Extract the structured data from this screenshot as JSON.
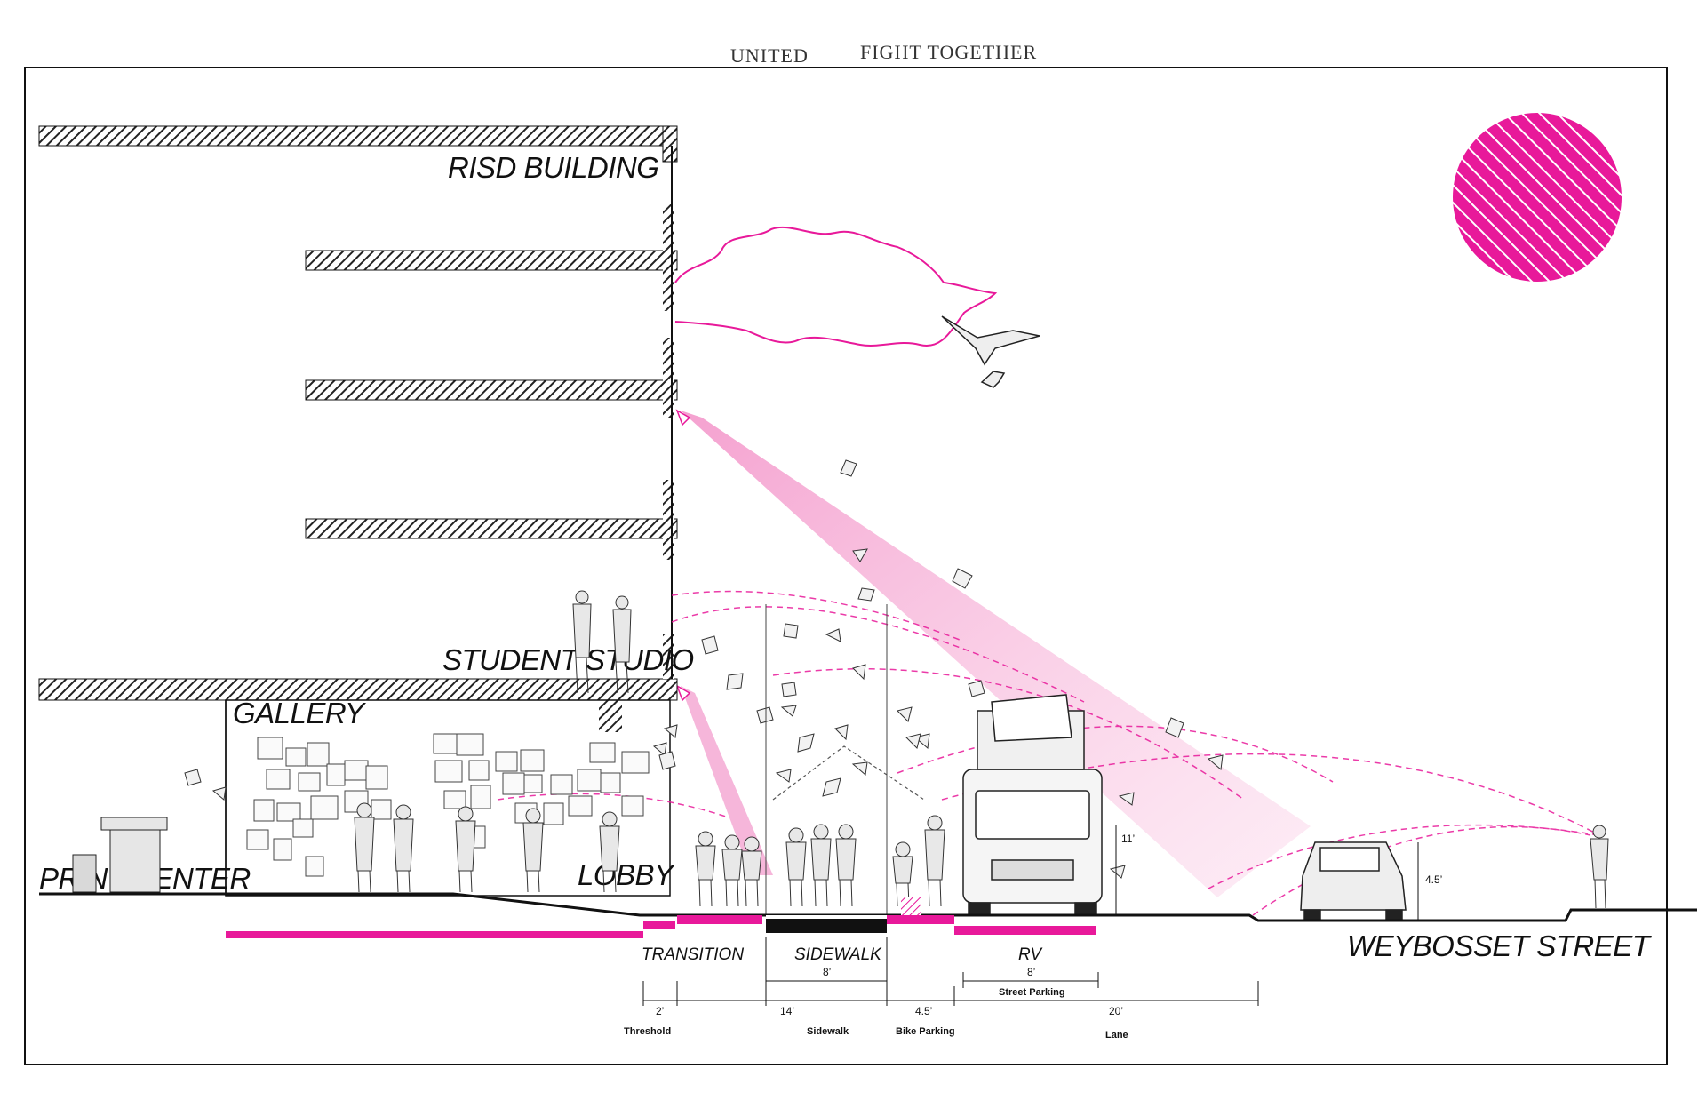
{
  "headline": {
    "left": "UNITED",
    "right": "FIGHT TOGETHER"
  },
  "building_labels": {
    "risd_building": "RISD BUILDING",
    "student_studio": "STUDENT STUDIO",
    "gallery": "GALLERY",
    "print_center": "PRINT CENTER",
    "lobby": "LOBBY"
  },
  "street_name": "WEYBOSSET STREET",
  "zones": {
    "transition": "TRANSITION",
    "sidewalk": "SIDEWALK",
    "rv": "RV"
  },
  "zone_widths": {
    "sidewalk": "8’",
    "rv": "8’",
    "rv_sub": "Street Parking"
  },
  "dimensions": [
    {
      "value": "2’",
      "label": "Threshold"
    },
    {
      "value": "14’",
      "label": "Sidewalk"
    },
    {
      "value": "4.5’",
      "label": "Bike Parking"
    },
    {
      "value": "20’",
      "label": "Lane"
    }
  ],
  "heights": {
    "rv": "11’",
    "car": "4.5’"
  },
  "colors": {
    "accent": "#e8199a",
    "accent_light": "#f7b8dc",
    "hatch": "#222222",
    "line": "#111111"
  }
}
